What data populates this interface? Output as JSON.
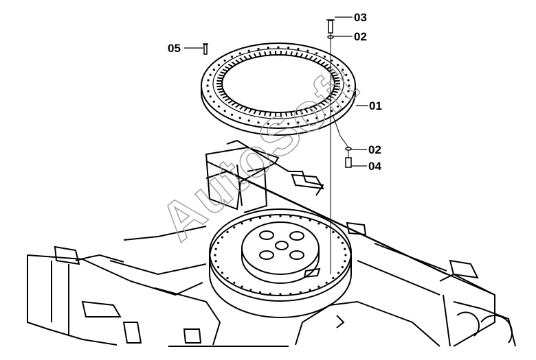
{
  "callouts": {
    "c01": "01",
    "c02_top": "02",
    "c02_low": "02",
    "c03": "03",
    "c04": "04",
    "c05": "05"
  },
  "watermark": "AutoSoft"
}
